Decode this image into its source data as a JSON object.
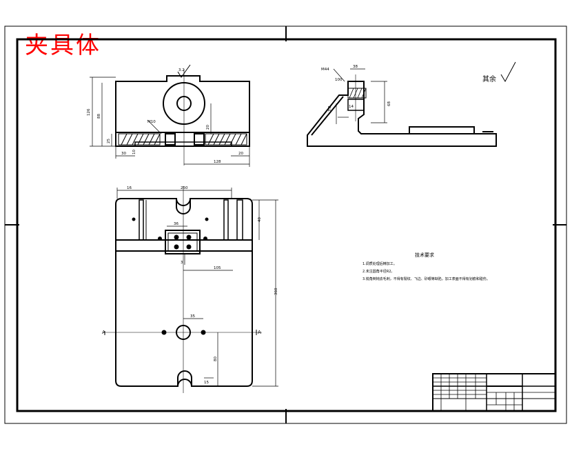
{
  "title": "夹具体",
  "title_color": "#ff0000",
  "roughness_note": "其余",
  "tech_req": {
    "heading": "技术要求",
    "items": [
      "1.调质处理后精加工。",
      "2.未注圆角半径R2。",
      "3.锐角倒钝去毛刺，不得有裂纹、飞边、砂眼等缺陷，加工表面不得有划痕和碰伤。"
    ]
  },
  "top_view": {
    "dims": {
      "overall_height": "126",
      "inner_height": "88",
      "base_thickness": "25",
      "bottom_left": "30",
      "bottom_center": "128",
      "bottom_right": "20",
      "hole_depth": "10",
      "note": "M10",
      "roughness": "3.2"
    }
  },
  "side_view": {
    "dims": {
      "thread": "M44",
      "top_width": "38",
      "right_height": "68",
      "inner": "14",
      "left": "3.2",
      "note": "100"
    }
  },
  "plan_view": {
    "dims": {
      "top_left": "16",
      "top_width": "250",
      "right_upper": "40",
      "right_total": "360",
      "inner_block": "36",
      "center_offset": "105",
      "hole_spacing": "35",
      "lower_vertical": "80",
      "side_left": "A",
      "side_right": "A"
    }
  }
}
